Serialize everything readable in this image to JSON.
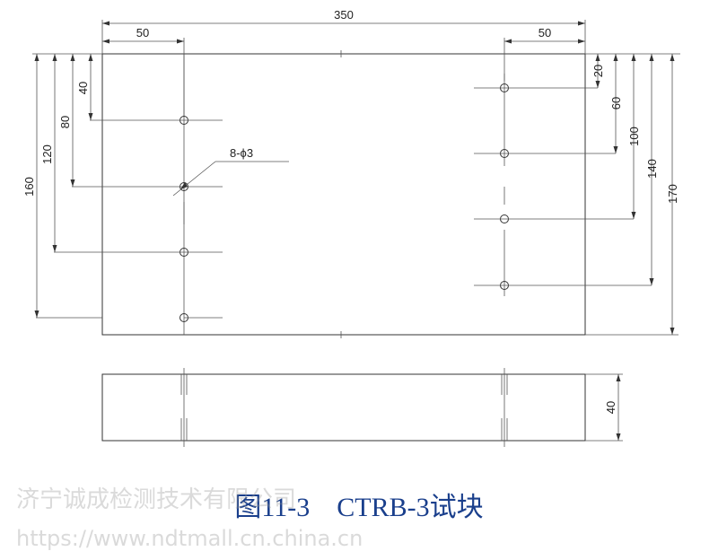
{
  "dimensions": {
    "total_width": "350",
    "left_offset": "50",
    "right_offset": "50",
    "left_40": "40",
    "left_80": "80",
    "left_120": "120",
    "left_160": "160",
    "right_20": "20",
    "right_60": "60",
    "right_100": "100",
    "right_140": "140",
    "right_170": "170",
    "thickness": "40",
    "holes": "8-ϕ3"
  },
  "caption": "图11-3　CTRB-3试块",
  "watermark": {
    "company": "济宁诚成检测技术有限公司",
    "url": "https://www.ndtmall.cn.china.cn"
  },
  "colors": {
    "line": "#333333",
    "caption": "#1a3f8c"
  }
}
